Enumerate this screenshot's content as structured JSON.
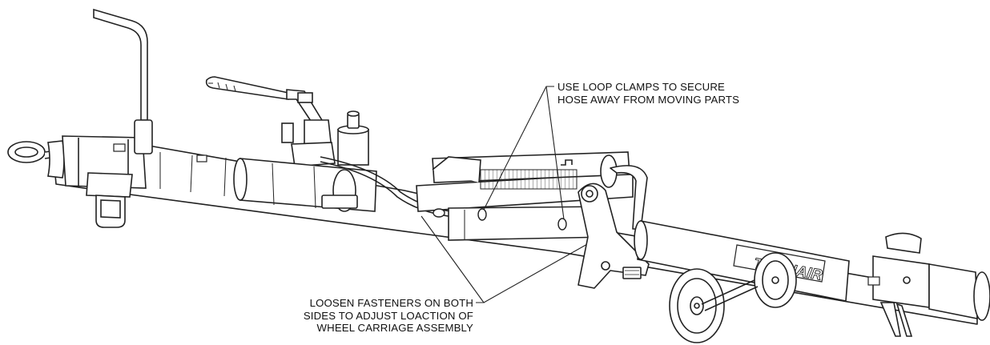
{
  "callouts": {
    "loop_clamps": {
      "lines": [
        "USE LOOP CLAMPS TO SECURE",
        "HOSE AWAY FROM MOVING PARTS"
      ]
    },
    "fasteners": {
      "lines": [
        "LOOSEN FASTENERS ON BOTH",
        "SIDES TO ADJUST LOACTION OF",
        "WHEEL CARRIAGE ASSEMBLY"
      ]
    }
  },
  "brand_decal": {
    "text": "TRONAIR"
  },
  "colors": {
    "line": "#222222",
    "paper": "#ffffff",
    "shade": "#f0f0f0"
  }
}
